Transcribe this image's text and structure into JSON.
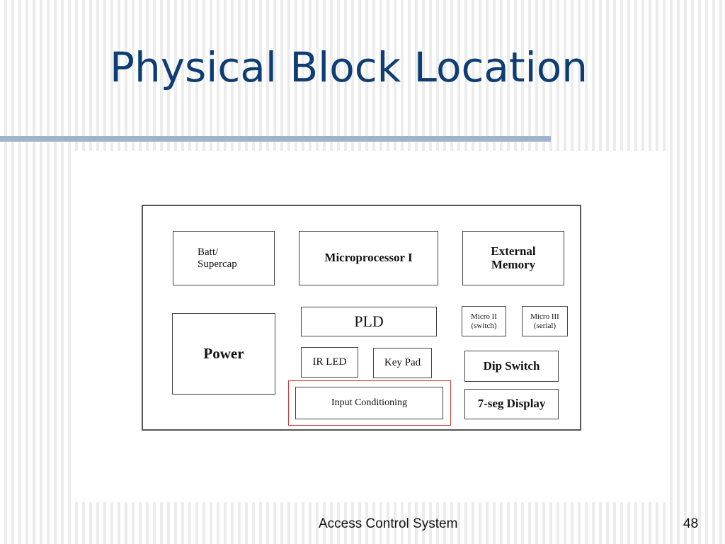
{
  "slide": {
    "title": "Physical Block Location",
    "footer": "Access Control System",
    "page_number": "48"
  },
  "diagram": {
    "blocks": {
      "batt": "Batt/\nSupercap",
      "microprocessor": "Microprocessor I",
      "external_memory": "External\nMemory",
      "power": "Power",
      "pld": "PLD",
      "micro2": "Micro II\n(switch)",
      "micro3": "Micro III\n(serial)",
      "ir_led": "IR LED",
      "keypad": "Key Pad",
      "dip_switch": "Dip Switch",
      "input_conditioning": "Input Conditioning",
      "seven_seg": "7-seg Display"
    },
    "highlight_color": "#d63b3b"
  }
}
